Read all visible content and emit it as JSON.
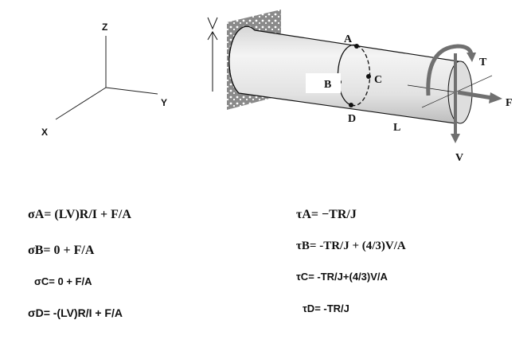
{
  "axes": {
    "z": "Z",
    "y": "Y",
    "x": "X"
  },
  "beam_labels": {
    "a": "A",
    "b": "B",
    "c": "C",
    "d": "D",
    "l": "L",
    "t": "T",
    "f": "F",
    "v": "V",
    "v_top": "V"
  },
  "sigma_equations": [
    "σA= (LV)R/I + F/A",
    "σB= 0 + F/A",
    "σC= 0 + F/A",
    "σD= -(LV)R/I + F/A"
  ],
  "tau_equations": [
    "τA= −TR/J",
    "τB= -TR/J + (4/3)V/A",
    "τC= -TR/J+(4/3)V/A",
    "τD= -TR/J"
  ]
}
